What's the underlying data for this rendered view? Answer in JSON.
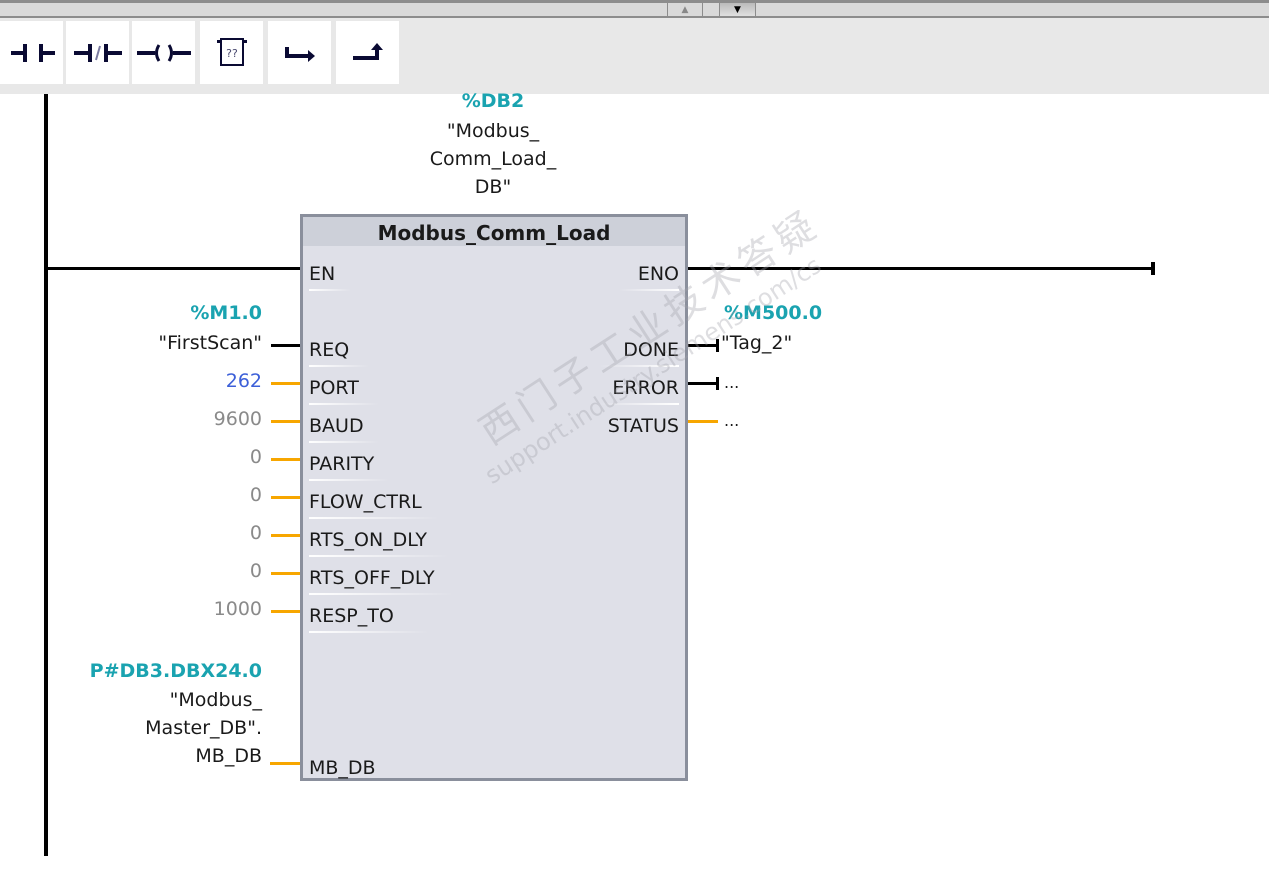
{
  "splitter": {
    "up_icon": "triangle-up-icon",
    "down_icon": "triangle-down-icon"
  },
  "toolbar": {
    "buttons": [
      {
        "name": "normally-open-contact",
        "icon": "contact-no-icon"
      },
      {
        "name": "normally-closed-contact",
        "icon": "contact-nc-icon"
      },
      {
        "name": "coil",
        "icon": "coil-icon"
      },
      {
        "name": "empty-box",
        "icon": "empty-box-icon",
        "glyph": "??"
      },
      {
        "name": "open-branch",
        "icon": "open-branch-icon"
      },
      {
        "name": "close-branch",
        "icon": "close-branch-icon"
      }
    ]
  },
  "instance_db": {
    "address": "%DB2",
    "name_lines": [
      "\"Modbus_",
      "Comm_Load_",
      "DB\""
    ]
  },
  "block": {
    "title": "Modbus_Comm_Load",
    "en": "EN",
    "eno": "ENO",
    "inputs": [
      {
        "pin": "REQ",
        "value": "\"FirstScan\"",
        "address": "%M1.0",
        "wire": "bool"
      },
      {
        "pin": "PORT",
        "value": "262",
        "wire": "data",
        "value_color": "#3c5fd8"
      },
      {
        "pin": "BAUD",
        "value": "9600",
        "wire": "data"
      },
      {
        "pin": "PARITY",
        "value": "0",
        "wire": "data"
      },
      {
        "pin": "FLOW_CTRL",
        "value": "0",
        "wire": "data"
      },
      {
        "pin": "RTS_ON_DLY",
        "value": "0",
        "wire": "data"
      },
      {
        "pin": "RTS_OFF_DLY",
        "value": "0",
        "wire": "data"
      },
      {
        "pin": "RESP_TO",
        "value": "1000",
        "wire": "data"
      },
      {
        "pin": "MB_DB",
        "address": "P#DB3.DBX24.0",
        "value_lines": [
          "\"Modbus_",
          "Master_DB\".",
          "MB_DB"
        ],
        "wire": "data"
      }
    ],
    "outputs": [
      {
        "pin": "DONE",
        "address": "%M500.0",
        "value": "\"Tag_2\"",
        "wire": "bool"
      },
      {
        "pin": "ERROR",
        "value": "...",
        "wire": "bool"
      },
      {
        "pin": "STATUS",
        "value": "...",
        "wire": "data"
      }
    ]
  },
  "watermark": {
    "line1": "西门子工业技术答疑",
    "line2": "support.industry.siemens.com/cs"
  },
  "colors": {
    "address": "#1aa3b0",
    "data_wire": "#f7a600",
    "bool_wire": "#000000",
    "block_fill": "#dfe0e8",
    "block_border": "#8a8f9c"
  }
}
